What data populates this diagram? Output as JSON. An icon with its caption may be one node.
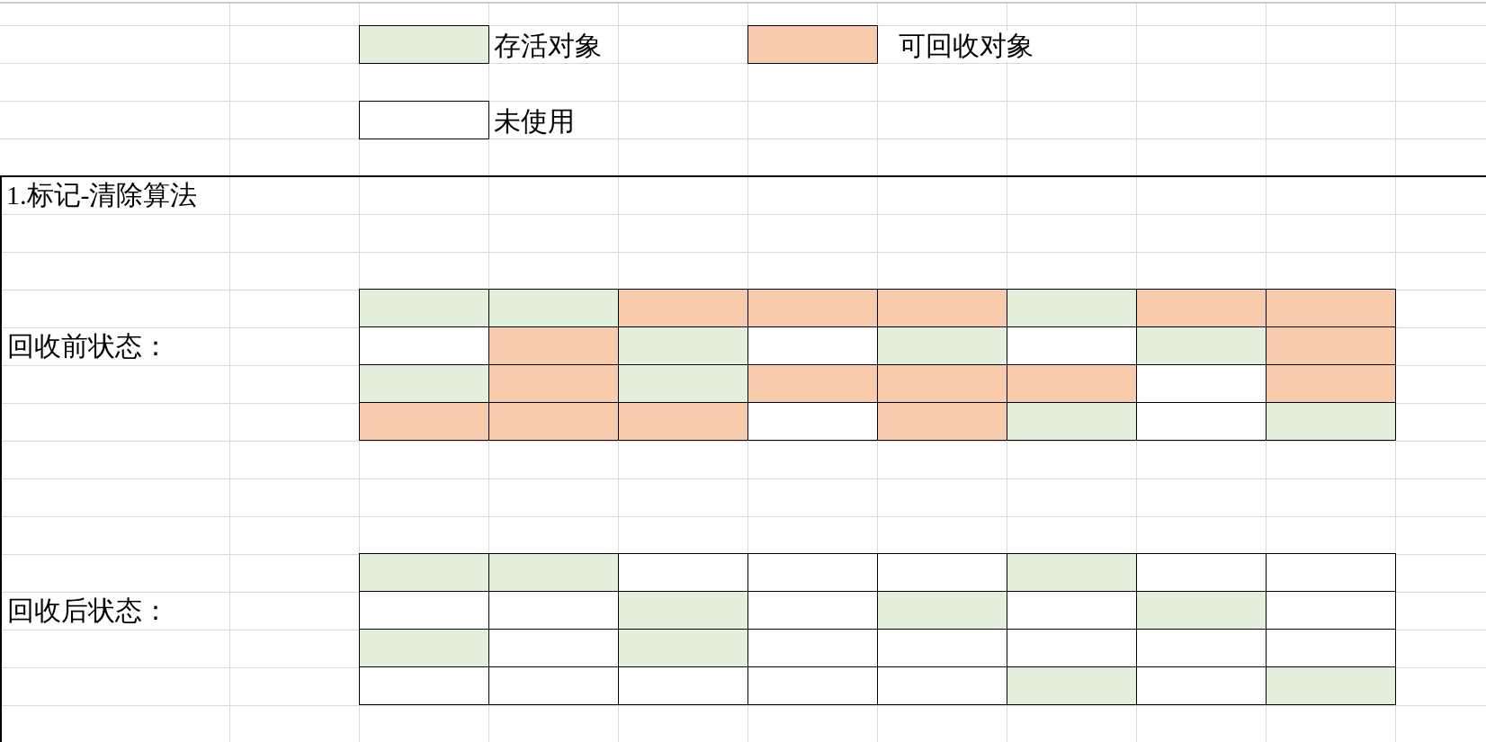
{
  "diagram": {
    "nodes": [
      {
        "text": [
          "1.标记-清除算法"
        ]
      },
      {
        "text": [],
        "shape": "box",
        "in": 0
      },
      {
        "text": [],
        "shape": "box",
        "in": 1
      },
      {
        "text": [],
        "shape": "box",
        "in": 1
      },
      {
        "text": [],
        "shape": "box",
        "in": 1
      },
      {
        "text": [],
        "shape": "box",
        "in": 1
      },
      {
        "text": [],
        "shape": "box",
        "in": 1
      },
      {
        "text": [],
        "shape": "box",
        "in": 1
      },
      {
        "text": [],
        "shape": "box",
        "in": 1
      },
      {
        "text": [],
        "shape": "box",
        "in": 1
      },
      {
        "text": [],
        "shape": "box",
        "in": 1
      },
      {
        "text": [],
        "shape": "box",
        "in": 1
      },
      {
        "text": [],
        "shape": "box",
        "in": 1
      },
      {
        "text": [],
        "shape": "box",
        "in": 1
      },
      {
        "text": [],
        "shape": "box",
        "in": 1
      },
      {
        "text": [],
        "shape": "box",
        "in": 1
      },
      {
        "text": [],
        "shape": "box",
        "in": 1
      },
      {
        "text": [],
        "shape": "box",
        "in": 1
      },
      {
        "text": [],
        "shape": "box",
        "in": 1
      },
      {
        "text": [],
        "shape": "box",
        "in": 1
      },
      {
        "text": [],
        "shape": "box",
        "in": 1
      },
      {
        "text": [],
        "shape": "box",
        "in": 1
      },
      {
        "text": [],
        "shape": "box",
        "in": 1
      },
      {
        "text": [],
        "shape": "box",
        "in": 1
      },
      {
        "text": [],
        "shape": "box",
        "in": 1
      },
      {
        "text": [],
        "shape": "box",
        "in": 1
      },
      {
        "text": [],
        "shape": "box",
        "in": 1
      },
      {
        "text": [],
        "shape": "box",
        "in": 1
      },
      {
        "text": [],
        "shape": "box",
        "in": 1
      },
      {
        "text": [],
        "shape": "box",
        "in": 1
      },
      {
        "text": [],
        "shape": "box",
        "in": 1
      },
      {
        "text": [],
        "shape": "box",
        "in": 1
      },
      {
        "text": [],
        "shape": "box",
        "in": 1
      },
      {
        "text": [],
        "shape": "box",
        "in": 1
      },
      {
        "text": [],
        "shape": "box",
        "in": 0
      },
      {
        "text": [],
        "shape": "box",
        "in": 34
      },
      {
        "text": [],
        "shape": "box",
        "in": 34
      },
      {
        "text": [],
        "shape": "box",
        "in": 34
      },
      {
        "text": [],
        "shape": "box",
        "in": 34
      },
      {
        "text": [],
        "shape": "box",
        "in": 34
      },
      {
        "text": [],
        "shape": "box",
        "in": 34
      },
      {
        "text": [],
        "shape": "box",
        "in": 34
      },
      {
        "text": [],
        "shape": "box",
        "in": 34
      },
      {
        "text": [],
        "shape": "box",
        "in": 34
      },
      {
        "text": [],
        "shape": "box",
        "in": 34
      },
      {
        "text": [],
        "shape": "box",
        "in": 34
      },
      {
        "text": [],
        "shape": "box",
        "in": 34
      },
      {
        "text": [],
        "shape": "box",
        "in": 34
      },
      {
        "text": [],
        "shape": "box",
        "in": 34
      },
      {
        "text": [],
        "shape": "box",
        "in": 34
      },
      {
        "text": [],
        "shape": "box",
        "in": 34
      },
      {
        "text": [],
        "shape": "box",
        "in": 34
      },
      {
        "text": [],
        "shape": "box",
        "in": 34
      },
      {
        "text": [],
        "shape": "box",
        "in": 34
      },
      {
        "text": [],
        "shape": "box",
        "in": 34
      },
      {
        "text": [],
        "shape": "box",
        "in": 34
      },
      {
        "text": [],
        "shape": "box",
        "in": 34
      },
      {
        "text": [],
        "shape": "box",
        "in": 34
      },
      {
        "text": [],
        "shape": "box",
        "in": 34
      },
      {
        "text": [],
        "shape": "box",
        "in": 34
      },
      {
        "text": [],
        "shape": "box",
        "in": 34
      },
      {
        "text": [],
        "shape": "box",
        "in": 34
      },
      {
        "text": [],
        "shape": "box",
        "in": 34
      },
      {
        "text": [],
        "shape": "box",
        "in": 34
      },
      {
        "text": [],
        "shape": "box",
        "in": 34
      },
      {
        "text": [],
        "shape": "box",
        "in": 34
      },
      {
        "text": [],
        "shape": "box",
        "in": 34
      }
    ],
    "labels": [
      "回收前状态：",
      "回收后状态："
    ],
    "legend": [
      {
        "text": "存活对象",
        "color": "#e2efda"
      },
      {
        "text": "可回收对象",
        "color": "#f8cbad"
      },
      {
        "text": "未使用",
        "color": "#ffffff"
      }
    ]
  }
}
